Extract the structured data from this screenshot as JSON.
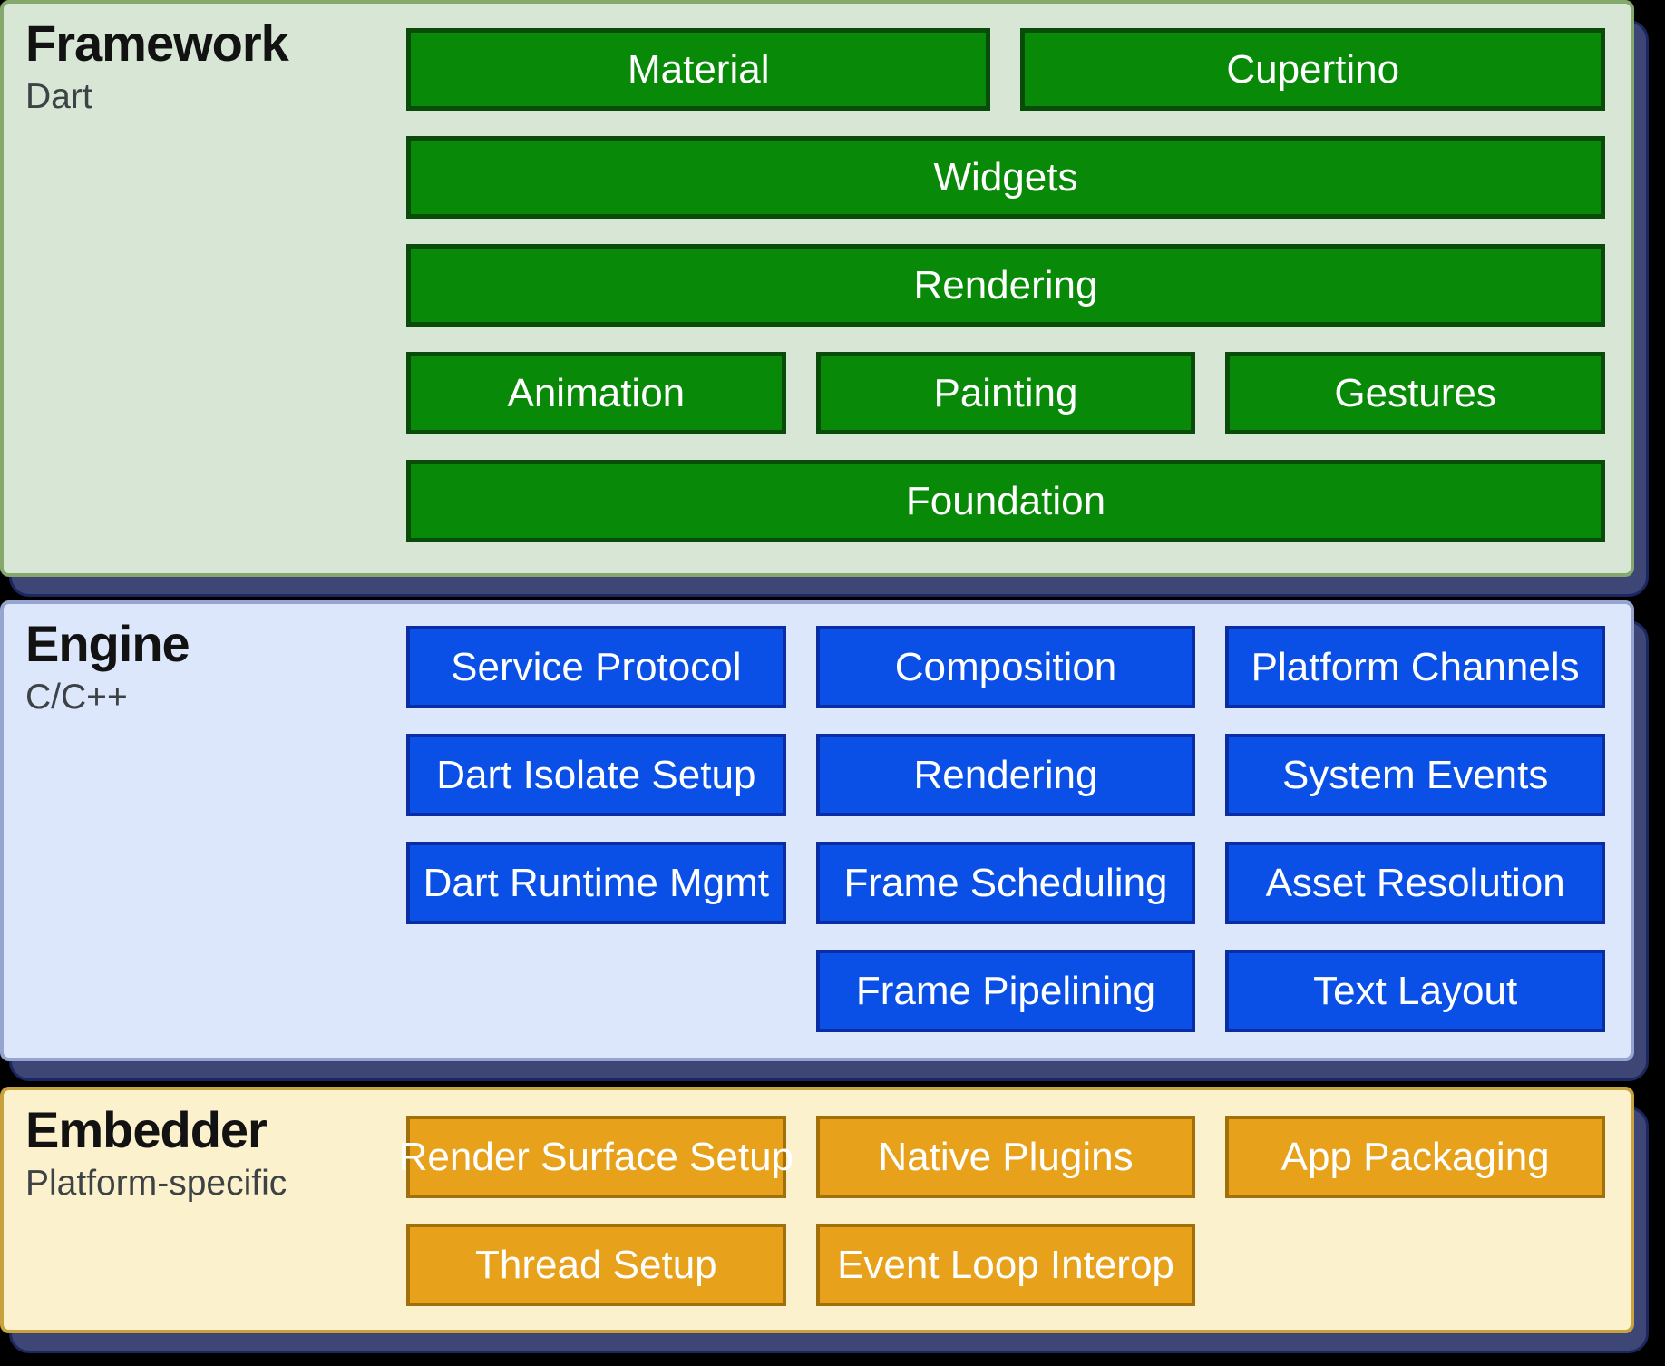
{
  "page": {
    "background_color": "#000000",
    "shadow_fill": "#3e4675",
    "shadow_border": "#1c2660"
  },
  "sections": [
    {
      "id": "framework",
      "title": "Framework",
      "subtitle": "Dart",
      "card_fill": "#d8e7d5",
      "card_border": "#85a96d",
      "box_fill": "#088a08",
      "box_border": "#094c09",
      "box_border_width": 5,
      "box_text_color": "#ffffff",
      "title_color": "#121212",
      "subtitle_color": "#3d4245",
      "rows": [
        {
          "boxes": [
            {
              "label": "Material",
              "span": 3
            },
            {
              "label": "Cupertino",
              "span": 3
            }
          ]
        },
        {
          "boxes": [
            {
              "label": "Widgets",
              "span": 6
            }
          ]
        },
        {
          "boxes": [
            {
              "label": "Rendering",
              "span": 6
            }
          ]
        },
        {
          "boxes": [
            {
              "label": "Animation",
              "span": 2
            },
            {
              "label": "Painting",
              "span": 2
            },
            {
              "label": "Gestures",
              "span": 2
            }
          ]
        },
        {
          "boxes": [
            {
              "label": "Foundation",
              "span": 6
            }
          ]
        }
      ]
    },
    {
      "id": "engine",
      "title": "Engine",
      "subtitle": "C/C++",
      "card_fill": "#dde7fc",
      "card_border": "#96a5cf",
      "box_fill": "#0a50e6",
      "box_border": "#0a2da4",
      "box_border_width": 4,
      "box_text_color": "#ffffff",
      "title_color": "#121212",
      "subtitle_color": "#3d4245",
      "rows": [
        {
          "boxes": [
            {
              "label": "Service Protocol",
              "span": 2
            },
            {
              "label": "Composition",
              "span": 2
            },
            {
              "label": "Platform Channels",
              "span": 2
            }
          ]
        },
        {
          "boxes": [
            {
              "label": "Dart Isolate Setup",
              "span": 2
            },
            {
              "label": "Rendering",
              "span": 2
            },
            {
              "label": "System Events",
              "span": 2
            }
          ]
        },
        {
          "boxes": [
            {
              "label": "Dart Runtime Mgmt",
              "span": 2
            },
            {
              "label": "Frame Scheduling",
              "span": 2
            },
            {
              "label": "Asset Resolution",
              "span": 2
            }
          ]
        },
        {
          "boxes": [
            {
              "label": "Frame Pipelining",
              "span": 2,
              "start": 3
            },
            {
              "label": "Text Layout",
              "span": 2,
              "start": 5
            }
          ]
        }
      ]
    },
    {
      "id": "embedder",
      "title": "Embedder",
      "subtitle": "Platform-specific",
      "card_fill": "#fcf1cd",
      "card_border": "#c7a23d",
      "box_fill": "#e8a11b",
      "box_border": "#a2700a",
      "box_border_width": 4,
      "box_text_color": "#ffffff",
      "title_color": "#121212",
      "subtitle_color": "#3d4245",
      "rows": [
        {
          "boxes": [
            {
              "label": "Render Surface Setup",
              "span": 2
            },
            {
              "label": "Native Plugins",
              "span": 2
            },
            {
              "label": "App Packaging",
              "span": 2
            }
          ]
        },
        {
          "boxes": [
            {
              "label": "Thread Setup",
              "span": 2,
              "start": 1
            },
            {
              "label": "Event Loop Interop",
              "span": 2,
              "start": 3
            }
          ]
        }
      ]
    }
  ]
}
